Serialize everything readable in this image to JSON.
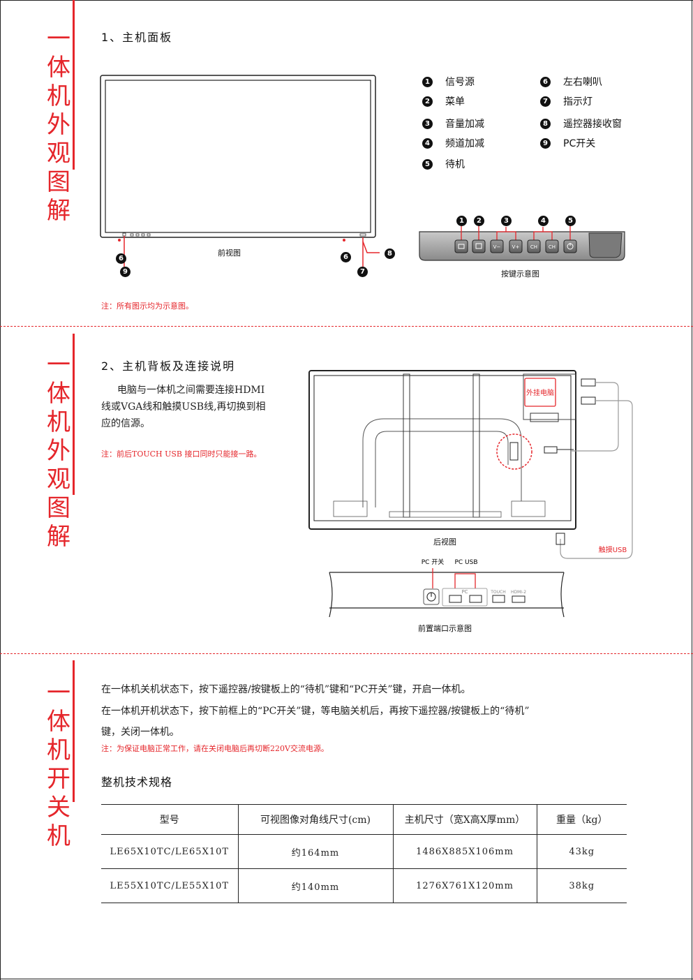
{
  "section1": {
    "side_title": "一体机外观图解",
    "heading": "1、主机面板",
    "legend_left": [
      {
        "num": "1",
        "label": "信号源"
      },
      {
        "num": "2",
        "label": "菜单"
      },
      {
        "num": "3",
        "label": "音量加减"
      },
      {
        "num": "4",
        "label": "频道加减"
      },
      {
        "num": "5",
        "label": "待机"
      }
    ],
    "legend_right": [
      {
        "num": "6",
        "label": "左右喇叭"
      },
      {
        "num": "7",
        "label": "指示灯"
      },
      {
        "num": "8",
        "label": "遥控器接收窗"
      },
      {
        "num": "9",
        "label": "PC开关"
      }
    ],
    "front_caption": "前视图",
    "keys_caption": "按键示意图",
    "key_labels": [
      "V−",
      "V+",
      "CH",
      "CH"
    ],
    "callouts_front": [
      "6",
      "9",
      "6",
      "7",
      "8"
    ],
    "callouts_keys": [
      "1",
      "2",
      "3",
      "4",
      "5"
    ],
    "note": "注：所有图示均为示意图。"
  },
  "section2": {
    "side_title": "一体机外观图解",
    "heading": "2、主机背板及连接说明",
    "para_line1": "电脑与一体机之间需要连接HDMI",
    "para_line2": "线或VGA线和触摸USB线,再切换到相",
    "para_line3": "应的信源。",
    "note": "注：前后TOUCH USB 接口同时只能接一路。",
    "external_pc_label": "外挂电脑",
    "touch_usb_label": "触摸USB",
    "rear_caption": "后视图",
    "port_pc_switch": "PC 开关",
    "port_pc_usb": "PC USB",
    "port_pc_text": "PC",
    "port_touch": "TOUCH",
    "port_hdmi2": "HDMI-2",
    "ports_caption": "前置端口示意图"
  },
  "section3": {
    "side_title": "一体机开关机",
    "line1": "在一体机关机状态下，按下遥控器/按键板上的“待机”键和“PC开关”键，开启一体机。",
    "line2": "在一体机开机状态下，按下前框上的“PC开关”键，等电脑关机后，再按下遥控器/按键板上的“待机”",
    "line3": "键，关闭一体机。",
    "note": "注：为保证电脑正常工作，请在关闭电脑后再切断220V交流电源。",
    "spec_title": "整机技术规格",
    "table": {
      "headers": [
        "型号",
        "可视图像对角线尺寸(cm)",
        "主机尺寸（宽X高X厚mm）",
        "重量（kg）"
      ],
      "rows": [
        [
          "LE65X10TC/LE65X10T",
          "约164mm",
          "1486X885X106mm",
          "43kg"
        ],
        [
          "LE55X10TC/LE55X10T",
          "约140mm",
          "1276X761X120mm",
          "38kg"
        ]
      ]
    }
  },
  "colors": {
    "accent": "#e5262b",
    "text": "#1a1a1a"
  }
}
